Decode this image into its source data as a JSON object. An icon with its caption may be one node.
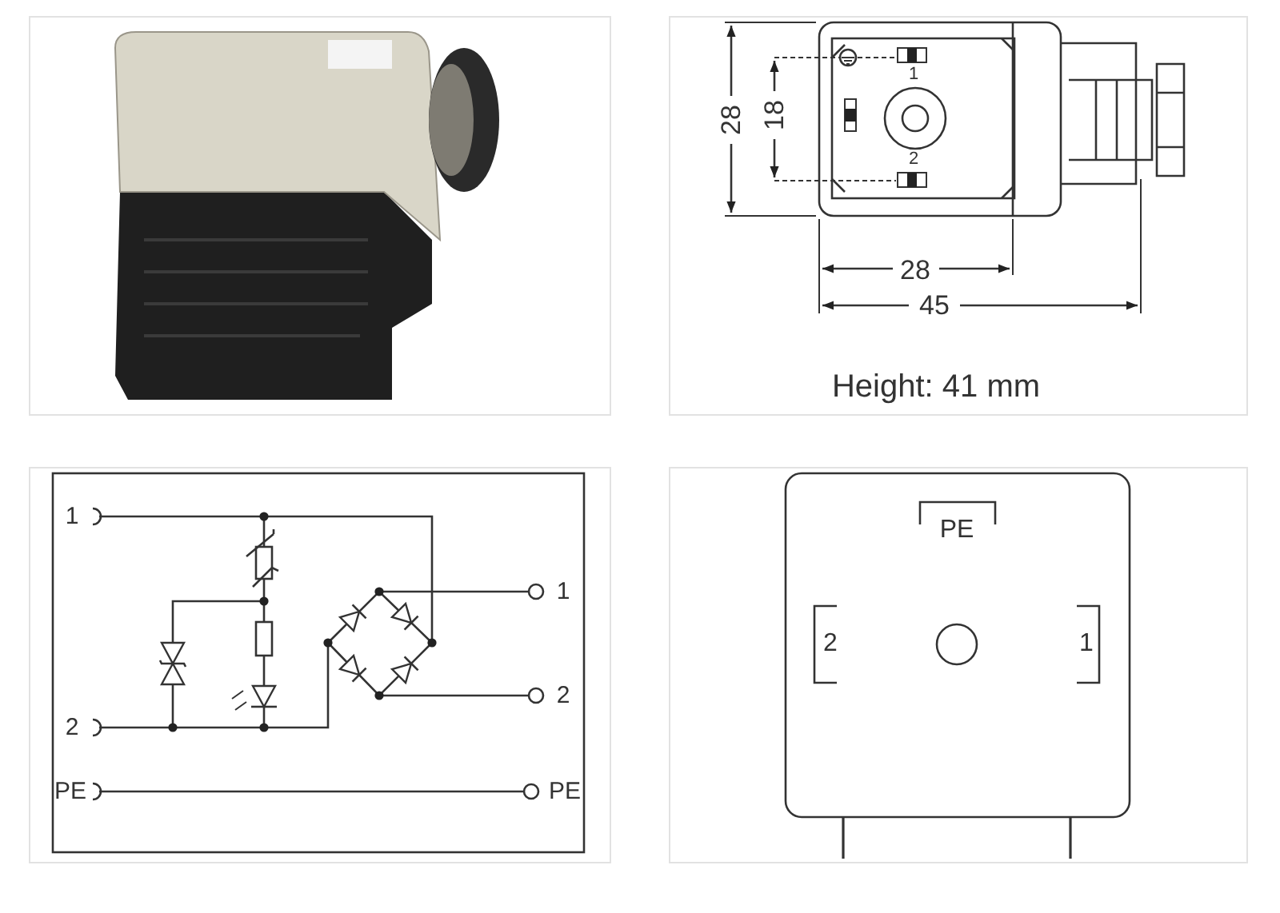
{
  "diagram": {
    "labels": [
      "28",
      "18",
      "1",
      "2",
      "28",
      "45",
      "Height: 41 mm",
      "1",
      "1",
      "2",
      "2",
      "PE",
      "PE",
      "PE",
      "2",
      "1"
    ]
  }
}
